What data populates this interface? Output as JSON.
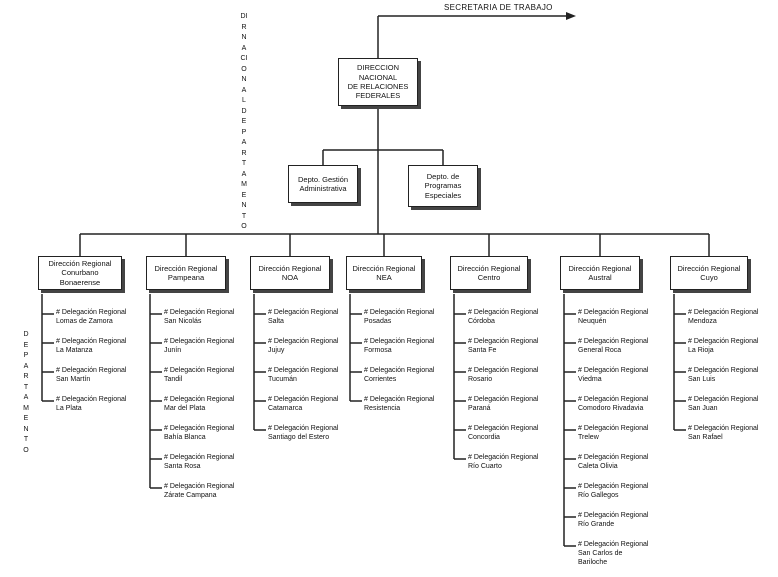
{
  "top_label": "SECRETARIA DE TRABAJO",
  "vertical_label_upper": "DIR NACIONAL DEPARTAMENTO",
  "vertical_label_left": "DEPARTAMENTO",
  "director": "DIRECCION NACIONAL\nDE RELACIONES\nFEDERALES",
  "departments": [
    {
      "label": "Depto. Gestión\nAdministrativa"
    },
    {
      "label": "Depto. de\nProgramas\nEspeciales"
    }
  ],
  "regions": [
    {
      "label": "Dirección Regional\nConurbano\nBonaerense",
      "items": [
        "# Delegación Regional\nLomas de Zamora",
        "# Delegación Regional\nLa Matanza",
        "# Delegación Regional\nSan Martín",
        "# Delegación Regional\nLa Plata"
      ]
    },
    {
      "label": "Dirección Regional\nPampeana",
      "items": [
        "# Delegación Regional\nSan Nicolás",
        "# Delegación Regional\nJunín",
        "# Delegación Regional\nTandil",
        "# Delegación Regional\nMar del Plata",
        "# Delegación Regional\nBahía Blanca",
        "# Delegación Regional\nSanta Rosa",
        "# Delegación Regional\nZárate Campana"
      ]
    },
    {
      "label": "Dirección Regional\nNOA",
      "items": [
        "# Delegación Regional\nSalta",
        "# Delegación Regional\nJujuy",
        "# Delegación Regional\nTucumán",
        "# Delegación Regional\nCatamarca",
        "# Delegación Regional\nSantiago del Estero"
      ]
    },
    {
      "label": "Dirección Regional\nNEA",
      "items": [
        "# Delegación Regional\nPosadas",
        "# Delegación Regional\nFormosa",
        "# Delegación Regional\nCorrientes",
        "# Delegación Regional\nResistencia"
      ]
    },
    {
      "label": "Dirección Regional\nCentro",
      "items": [
        "# Delegación Regional\nCórdoba",
        "# Delegación Regional\nSanta Fe",
        "# Delegación Regional\nRosario",
        "# Delegación Regional\nParaná",
        "# Delegación Regional\nConcordia",
        "# Delegación Regional\nRío Cuarto"
      ]
    },
    {
      "label": "Dirección Regional\nAustral",
      "items": [
        "# Delegación Regional\nNeuquén",
        "# Delegación Regional\nGeneral Roca",
        "# Delegación Regional\nViedma",
        "# Delegación Regional\nComodoro Rivadavia",
        "# Delegación Regional\nTrelew",
        "# Delegación Regional\nCaleta Olivia",
        "# Delegación Regional\nRío Gallegos",
        "# Delegación Regional\nRío Grande",
        "# Delegación Regional\nSan Carlos de\nBariloche"
      ]
    },
    {
      "label": "Dirección Regional\nCuyo",
      "items": [
        "# Delegación Regional\nMendoza",
        "# Delegación Regional\nLa Rioja",
        "# Delegación Regional\nSan Luis",
        "# Delegación Regional\nSan Juan",
        "# Delegación Regional\nSan Rafael"
      ]
    }
  ]
}
